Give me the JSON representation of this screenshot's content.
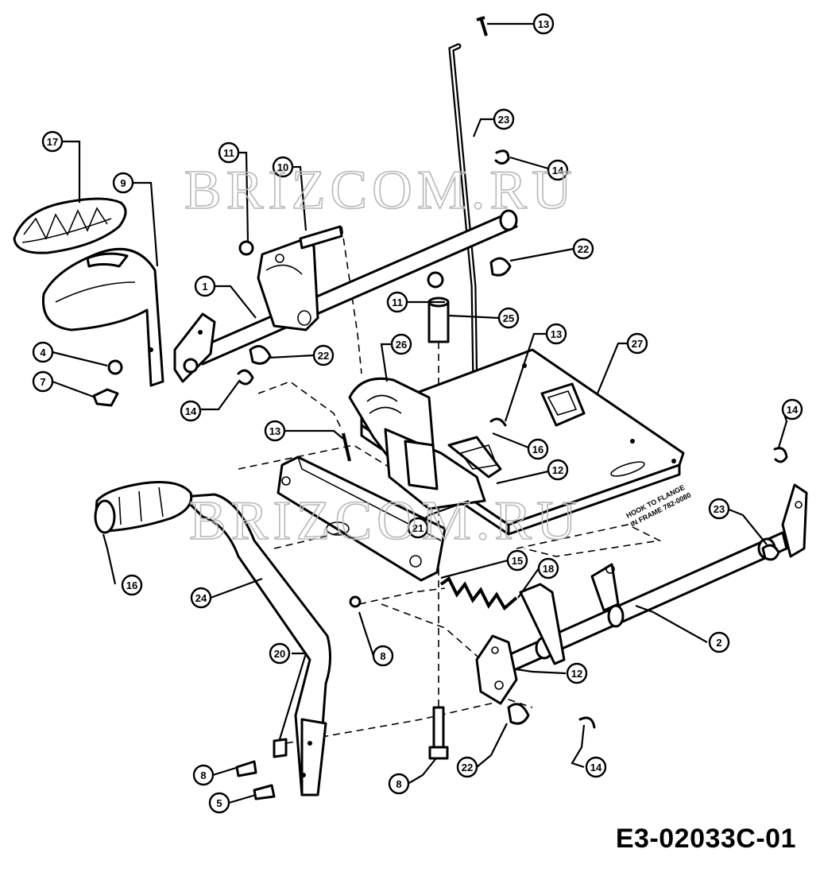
{
  "watermark": "BRIZCOM.RU",
  "drawing_id": "E3-02033C-01",
  "plate_stamp": {
    "line1": "HOOK TO FLANGE",
    "line2": "IN FRAME 782-0080"
  },
  "callouts": [
    {
      "id": "c13a",
      "num": "13"
    },
    {
      "id": "c23a",
      "num": "23"
    },
    {
      "id": "c14a",
      "num": "14"
    },
    {
      "id": "c22a",
      "num": "22"
    },
    {
      "id": "c17",
      "num": "17"
    },
    {
      "id": "c9",
      "num": "9"
    },
    {
      "id": "c11a",
      "num": "11"
    },
    {
      "id": "c10",
      "num": "10"
    },
    {
      "id": "c1",
      "num": "1"
    },
    {
      "id": "c11b",
      "num": "11"
    },
    {
      "id": "c25",
      "num": "25"
    },
    {
      "id": "c4",
      "num": "4"
    },
    {
      "id": "c22b",
      "num": "22"
    },
    {
      "id": "c26",
      "num": "26"
    },
    {
      "id": "c13b",
      "num": "13"
    },
    {
      "id": "c27",
      "num": "27"
    },
    {
      "id": "c7",
      "num": "7"
    },
    {
      "id": "c14b",
      "num": "14"
    },
    {
      "id": "c13c",
      "num": "13"
    },
    {
      "id": "c16a",
      "num": "16"
    },
    {
      "id": "c14c",
      "num": "14"
    },
    {
      "id": "c12a",
      "num": "12"
    },
    {
      "id": "c23b",
      "num": "23"
    },
    {
      "id": "c21",
      "num": "21"
    },
    {
      "id": "c16b",
      "num": "16"
    },
    {
      "id": "c15",
      "num": "15"
    },
    {
      "id": "c18",
      "num": "18"
    },
    {
      "id": "c24",
      "num": "24"
    },
    {
      "id": "c2",
      "num": "2"
    },
    {
      "id": "c8a",
      "num": "8"
    },
    {
      "id": "c12b",
      "num": "12"
    },
    {
      "id": "c20",
      "num": "20"
    },
    {
      "id": "c14d",
      "num": "14"
    },
    {
      "id": "c8b",
      "num": "8"
    },
    {
      "id": "c22c",
      "num": "22"
    },
    {
      "id": "c8c",
      "num": "8"
    },
    {
      "id": "c5",
      "num": "5"
    }
  ]
}
